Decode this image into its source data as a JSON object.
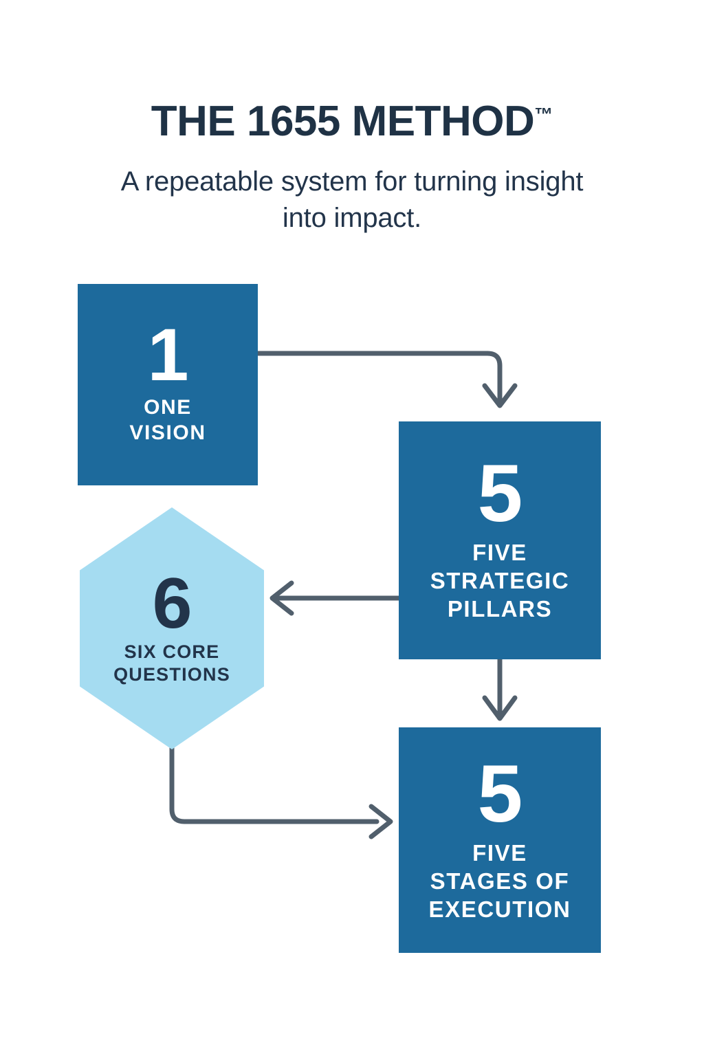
{
  "header": {
    "title": "THE 1655 METHOD",
    "title_suffix": "™",
    "subtitle": "A repeatable system for turning insight into impact."
  },
  "colors": {
    "brand_blue": "#1d6a9c",
    "light_blue": "#a5dcf1",
    "navy_text": "#22344a",
    "arrow_gray": "#515f6c",
    "background": "#ffffff"
  },
  "diagram": {
    "nodes": [
      {
        "id": "one-vision",
        "number": "1",
        "label": "ONE\nVISION",
        "label_line1": "ONE",
        "label_line2": "VISION",
        "shape": "square",
        "fill": "#1d6a9c",
        "text_color": "#ffffff"
      },
      {
        "id": "five-strategic-pillars",
        "number": "5",
        "label": "FIVE\nSTRATEGIC\nPILLARS",
        "label_line1": "FIVE",
        "label_line2": "STRATEGIC",
        "label_line3": "PILLARS",
        "shape": "square",
        "fill": "#1d6a9c",
        "text_color": "#ffffff"
      },
      {
        "id": "six-core-questions",
        "number": "6",
        "label": "SIX CORE\nQUESTIONS",
        "label_line1": "SIX CORE",
        "label_line2": "QUESTIONS",
        "shape": "hexagon",
        "fill": "#a5dcf1",
        "text_color": "#22344a"
      },
      {
        "id": "five-stages-of-execution",
        "number": "5",
        "label": "FIVE\nSTAGES OF\nEXECUTION",
        "label_line1": "FIVE",
        "label_line2": "STAGES OF",
        "label_line3": "EXECUTION",
        "shape": "square",
        "fill": "#1d6a9c",
        "text_color": "#ffffff"
      }
    ],
    "connectors": [
      {
        "id": "vision-to-pillars",
        "from": "one-vision",
        "to": "five-strategic-pillars",
        "direction": "down",
        "style": "elbow-right-down"
      },
      {
        "id": "pillars-to-questions",
        "from": "five-strategic-pillars",
        "to": "six-core-questions",
        "direction": "left",
        "style": "straight-left"
      },
      {
        "id": "pillars-to-execution",
        "from": "five-strategic-pillars",
        "to": "five-stages-of-execution",
        "direction": "down",
        "style": "straight-down"
      },
      {
        "id": "questions-to-execution",
        "from": "six-core-questions",
        "to": "five-stages-of-execution",
        "direction": "right",
        "style": "elbow-down-right"
      }
    ]
  }
}
